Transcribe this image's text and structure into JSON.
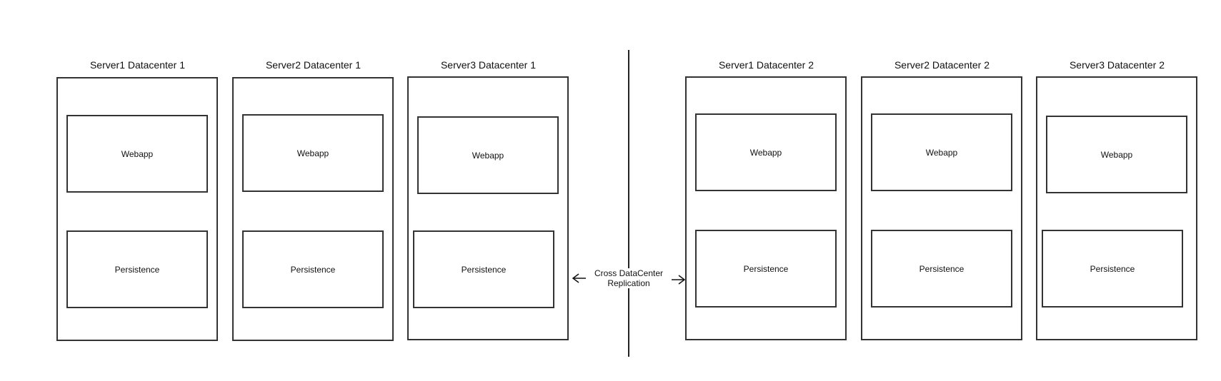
{
  "datacenter1": {
    "servers": [
      {
        "title": "Server1 Datacenter 1",
        "webapp": "Webapp",
        "persistence": "Persistence"
      },
      {
        "title": "Server2 Datacenter 1",
        "webapp": "Webapp",
        "persistence": "Persistence"
      },
      {
        "title": "Server3 Datacenter 1",
        "webapp": "Webapp",
        "persistence": "Persistence"
      }
    ]
  },
  "datacenter2": {
    "servers": [
      {
        "title": "Server1 Datacenter 2",
        "webapp": "Webapp",
        "persistence": "Persistence"
      },
      {
        "title": "Server2 Datacenter 2",
        "webapp": "Webapp",
        "persistence": "Persistence"
      },
      {
        "title": "Server3 Datacenter 2",
        "webapp": "Webapp",
        "persistence": "Persistence"
      }
    ]
  },
  "replication": {
    "line1": "Cross DataCenter",
    "line2": "Replication"
  },
  "colors": {
    "stroke": "#333333",
    "background": "#ffffff"
  }
}
